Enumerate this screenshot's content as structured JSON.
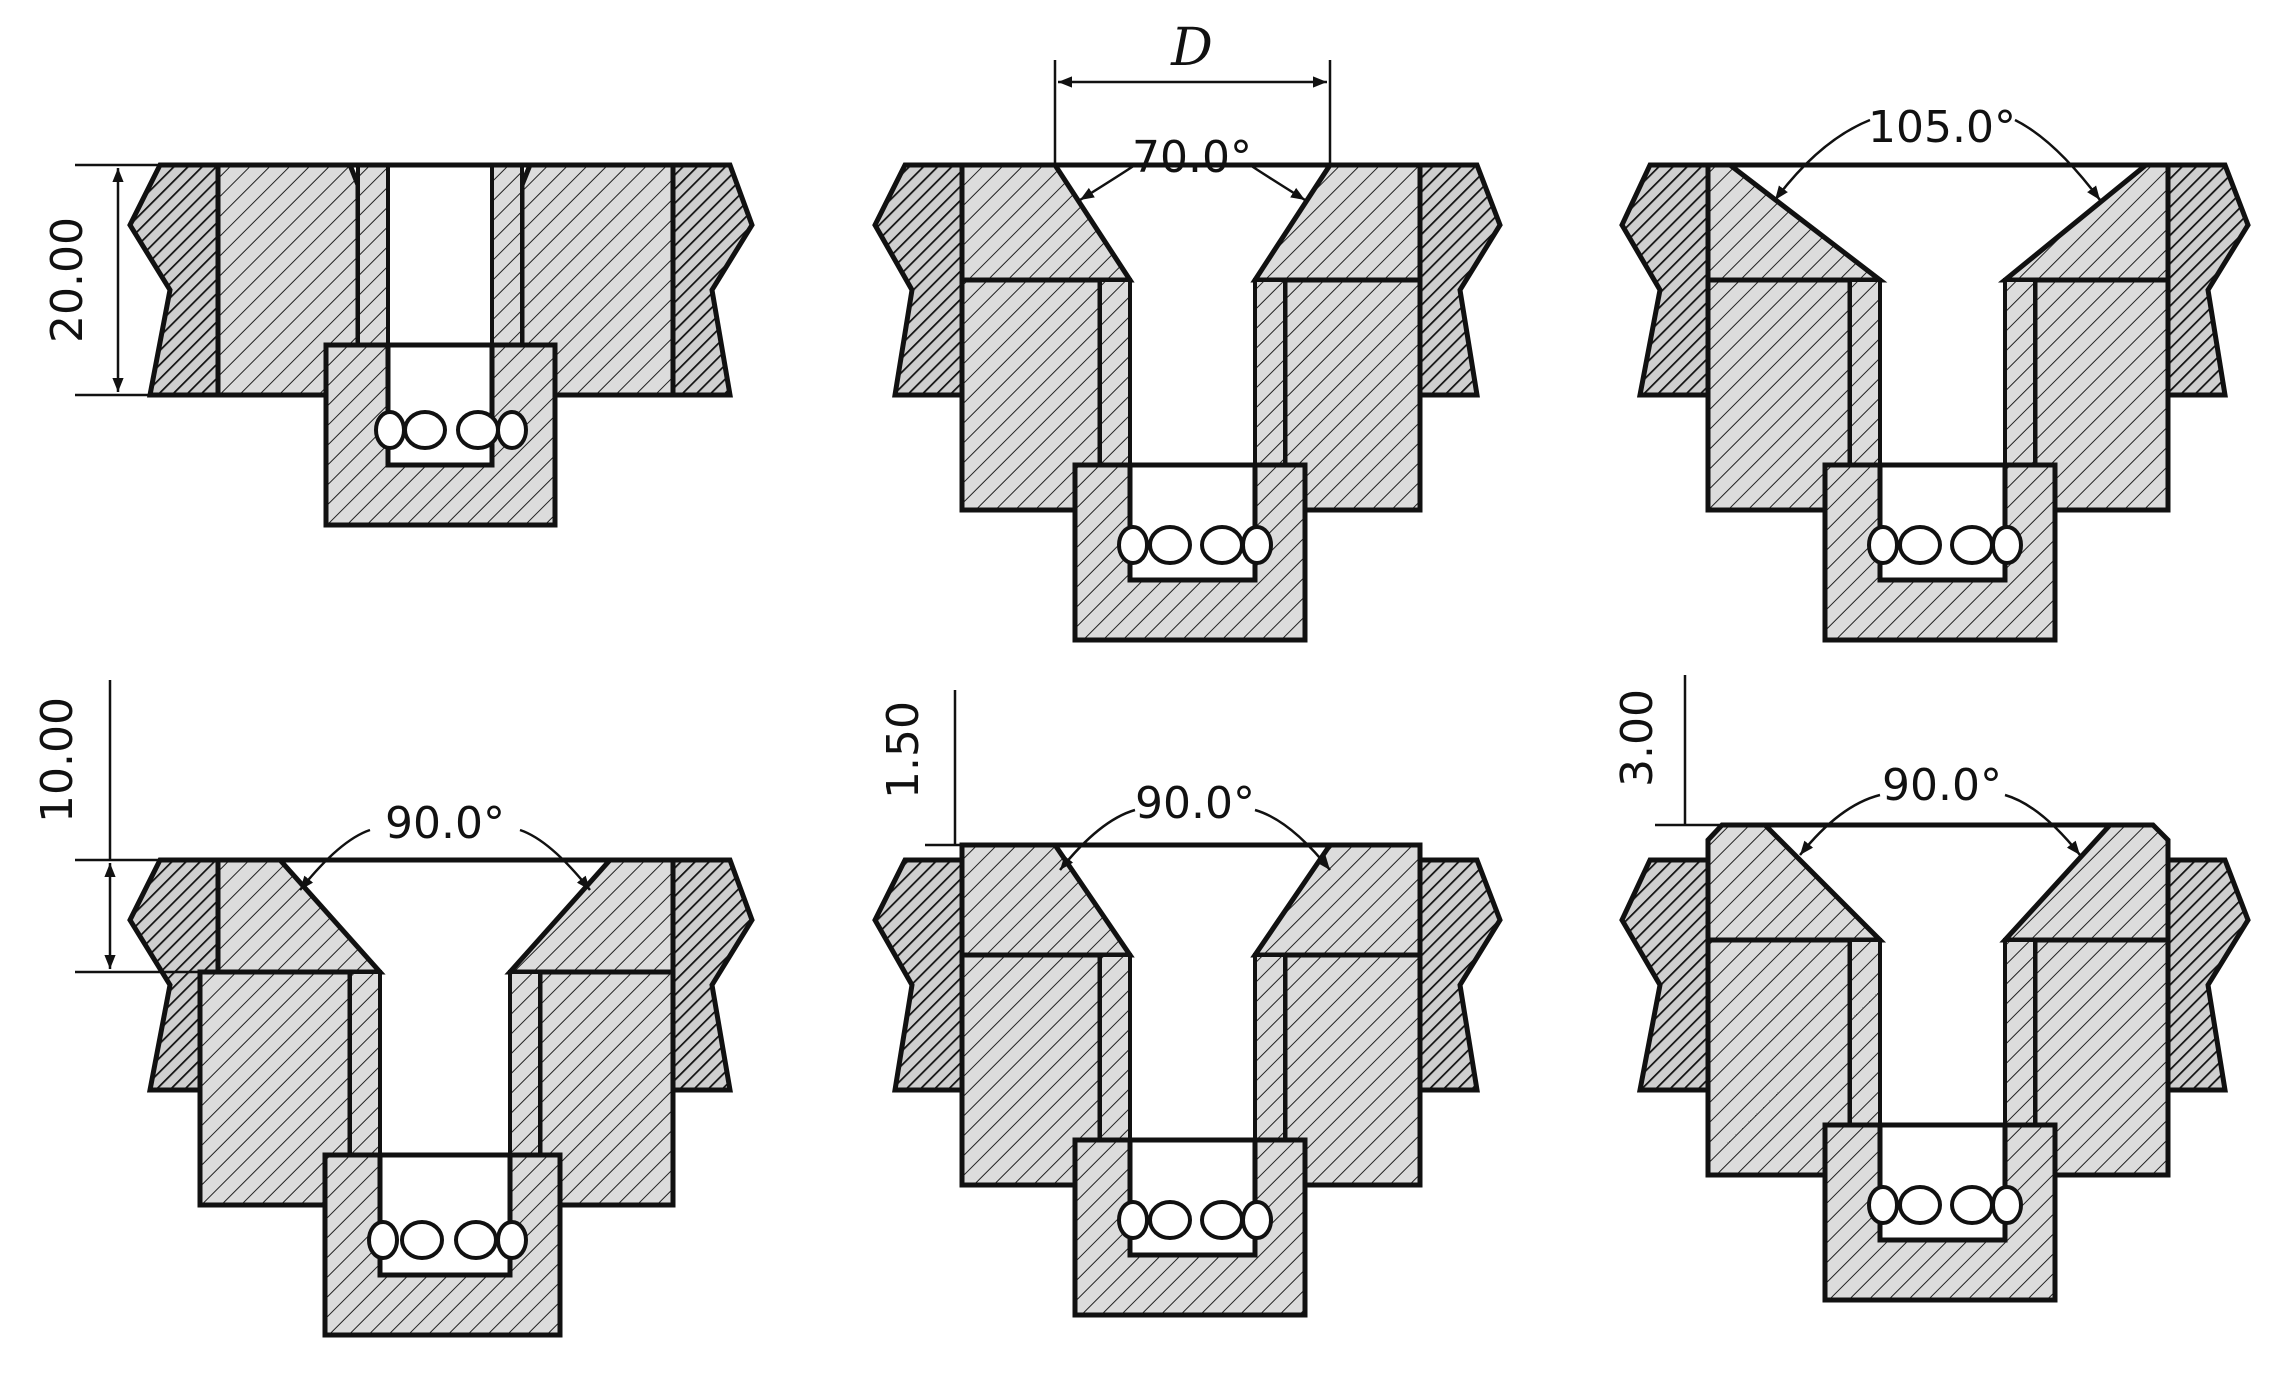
{
  "figure": {
    "panels": [
      {
        "label": "20.00",
        "dim_kind": "height"
      },
      {
        "label": "70.0°",
        "dim_kind": "angle",
        "extra_label": "D"
      },
      {
        "label": "105.0°",
        "dim_kind": "angle"
      },
      {
        "label": "90.0°",
        "dim_kind": "angle",
        "offset_label": "10.00"
      },
      {
        "label": "90.0°",
        "dim_kind": "angle",
        "offset_label": "1.50"
      },
      {
        "label": "90.0°",
        "dim_kind": "angle",
        "offset_label": "3.00"
      }
    ]
  },
  "colors": {
    "stroke": "#111111",
    "fill": "#dadada",
    "dark_fill": "#cfcfcf",
    "background": "#ffffff"
  }
}
